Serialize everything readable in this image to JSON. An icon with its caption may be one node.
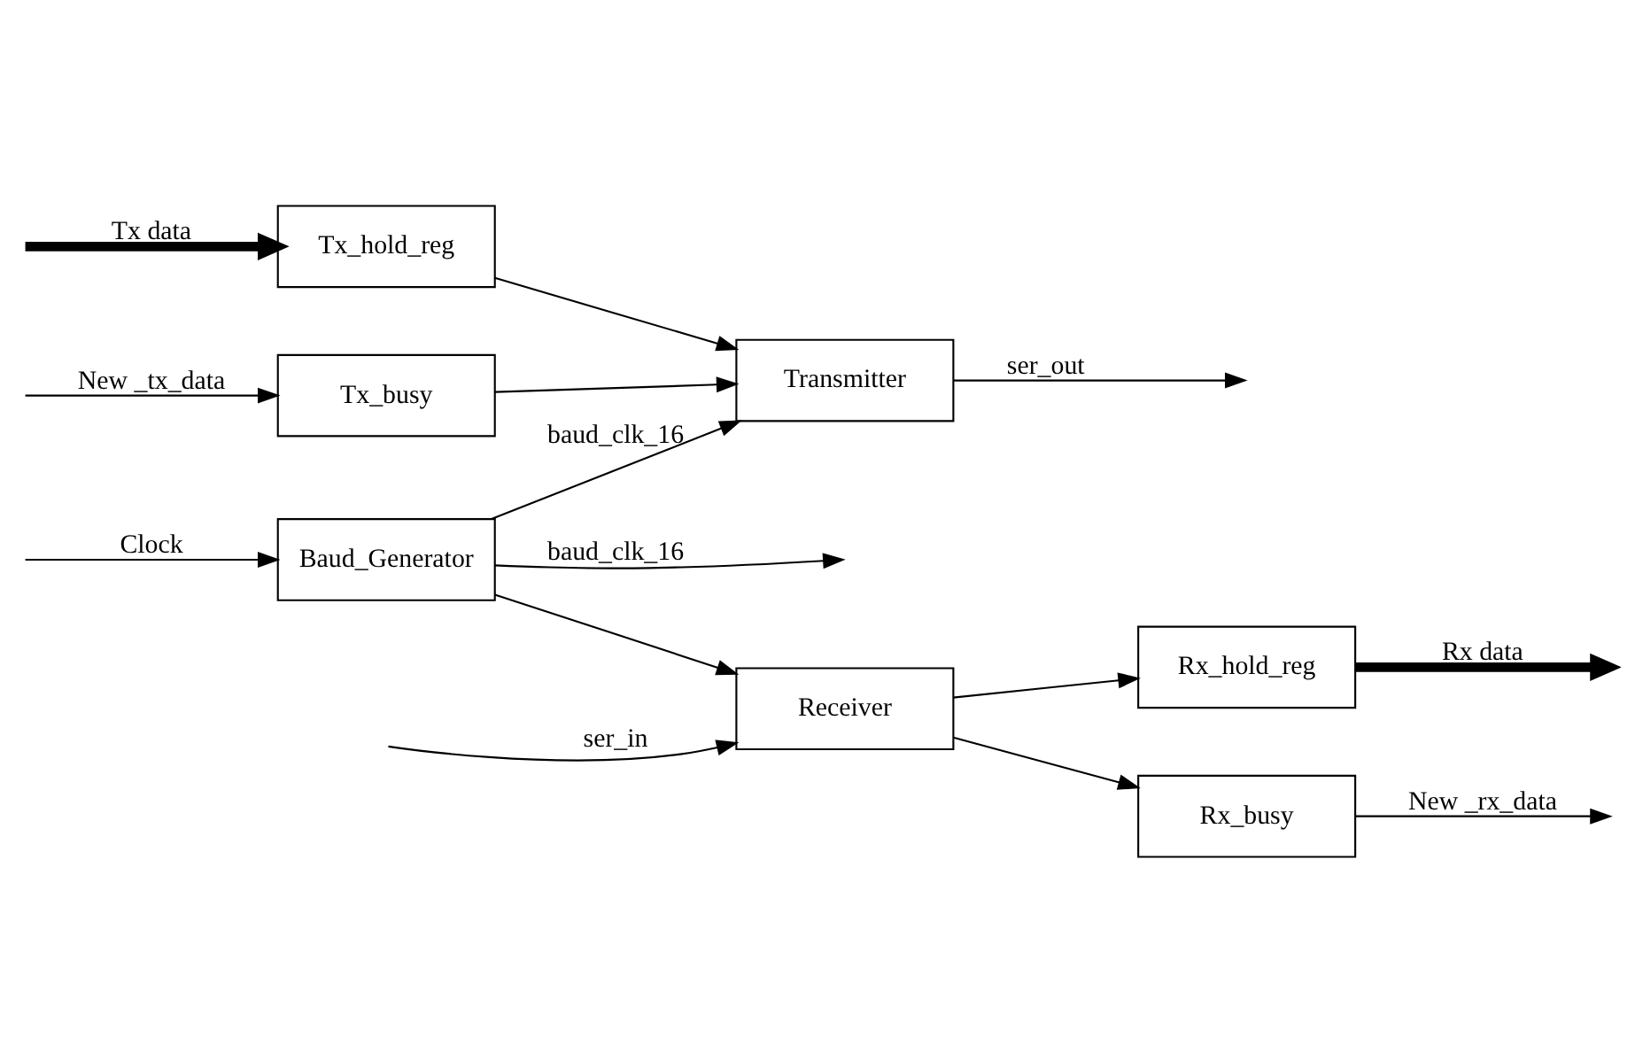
{
  "diagram": {
    "nodes": [
      {
        "text": [
          "Tx_hold_reg"
        ]
      },
      {
        "text": [
          "Tx_busy"
        ]
      },
      {
        "text": [
          "Transmitter"
        ]
      },
      {
        "text": [
          "Baud_Generator"
        ]
      },
      {
        "text": [
          "Receiver"
        ]
      },
      {
        "text": [
          "Rx_busy"
        ]
      },
      {
        "text": [
          "Rx_hold_reg"
        ]
      }
    ],
    "edges": [
      {
        "from": null,
        "to": 0,
        "arrow": "to",
        "label": "Tx data",
        "style": "thick"
      },
      {
        "from": 0,
        "to": 2,
        "arrow": "to"
      },
      {
        "from": null,
        "to": 1,
        "arrow": "to",
        "label": "New _tx_data"
      },
      {
        "from": 1,
        "to": 2,
        "arrow": "to"
      },
      {
        "from": 2,
        "to": null,
        "arrow": "to",
        "label": "ser_out"
      },
      {
        "from": 3,
        "to": null,
        "arrow": "to",
        "label": "baud_clk_16"
      },
      {
        "from": null,
        "to": 3,
        "arrow": "to",
        "label": "Clock"
      },
      {
        "from": 3,
        "to": 2,
        "arrow": "to",
        "label": "baud_clk_16"
      },
      {
        "from": 3,
        "to": 4,
        "arrow": "to"
      },
      {
        "from": null,
        "to": 4,
        "arrow": "to",
        "label": "ser_in"
      },
      {
        "from": 4,
        "to": 5,
        "arrow": "to"
      },
      {
        "from": 5,
        "to": null,
        "arrow": "to",
        "label": "New _rx_data"
      },
      {
        "from": 4,
        "to": 6,
        "arrow": "to"
      },
      {
        "from": 6,
        "to": null,
        "arrow": "to",
        "label": "Rx data",
        "style": "thick"
      }
    ]
  }
}
